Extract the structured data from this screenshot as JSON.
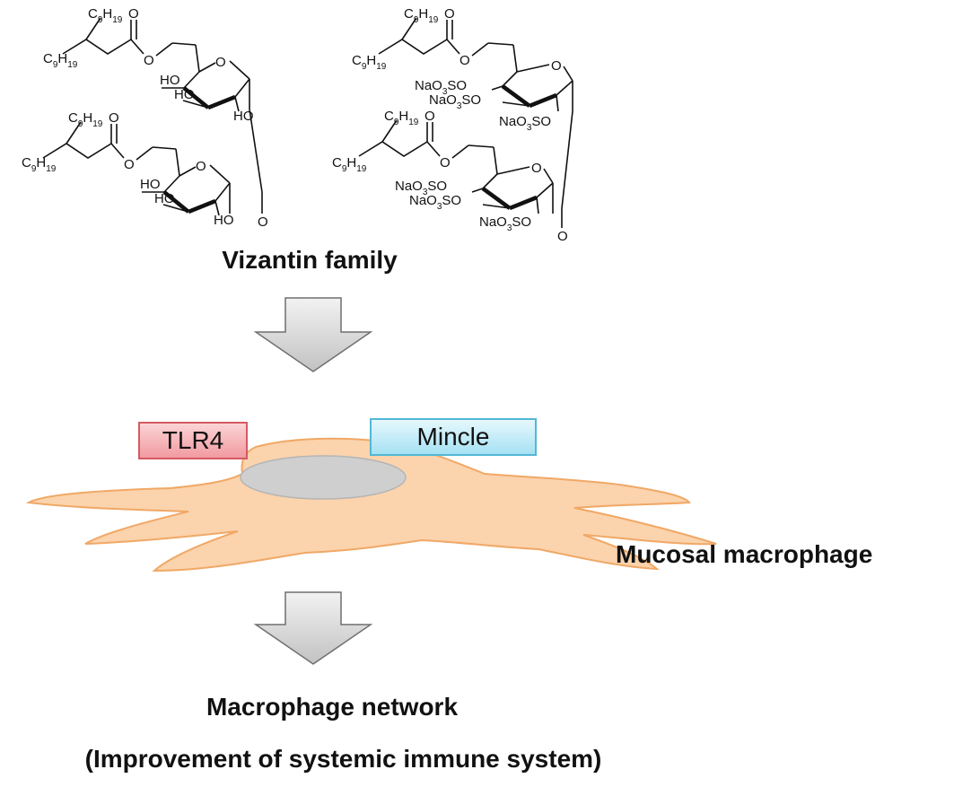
{
  "structures": {
    "left": {
      "top_unit": {
        "branch_upper": {
          "main": "C",
          "sub1": "9",
          "mid": "H",
          "sub2": "19"
        },
        "branch_lower": {
          "main": "C",
          "sub1": "9",
          "mid": "H",
          "sub2": "19"
        },
        "carbonyl_o": "O",
        "ester_o": "O",
        "ring_o": "O",
        "ho_1": "HO",
        "ho_2": "HO",
        "ho_3": "HO"
      },
      "bottom_unit": {
        "branch_upper": {
          "main": "C",
          "sub1": "9",
          "mid": "H",
          "sub2": "19"
        },
        "branch_lower": {
          "main": "C",
          "sub1": "9",
          "mid": "H",
          "sub2": "19"
        },
        "carbonyl_o": "O",
        "ester_o": "O",
        "ring_o": "O",
        "ho_1": "HO",
        "ho_2": "HO",
        "ho_3": "HO"
      },
      "linker_o": "O"
    },
    "right": {
      "top_unit": {
        "branch_upper": {
          "main": "C",
          "sub1": "9",
          "mid": "H",
          "sub2": "19"
        },
        "branch_lower": {
          "main": "C",
          "sub1": "9",
          "mid": "H",
          "sub2": "19"
        },
        "carbonyl_o": "O",
        "ester_o": "O",
        "ring_o": "O",
        "sulfate_1": {
          "a": "NaO",
          "s": "3",
          "b": "SO"
        },
        "sulfate_2": {
          "a": "NaO",
          "s": "3",
          "b": "SO"
        },
        "sulfate_3": {
          "a": "NaO",
          "s": "3",
          "b": "SO"
        }
      },
      "bottom_unit": {
        "branch_upper": {
          "main": "C",
          "sub1": "9",
          "mid": "H",
          "sub2": "19"
        },
        "branch_lower": {
          "main": "C",
          "sub1": "9",
          "mid": "H",
          "sub2": "19"
        },
        "carbonyl_o": "O",
        "ester_o": "O",
        "ring_o": "O",
        "sulfate_1": {
          "a": "NaO",
          "s": "3",
          "b": "SO"
        },
        "sulfate_2": {
          "a": "NaO",
          "s": "3",
          "b": "SO"
        },
        "sulfate_3": {
          "a": "NaO",
          "s": "3",
          "b": "SO"
        }
      },
      "linker_o": "O"
    }
  },
  "labels": {
    "vizantin_family": "Vizantin family",
    "tlr4": "TLR4",
    "mincle": "Mincle",
    "mucosal_macrophage": "Mucosal macrophage",
    "macrophage_network": "Macrophage network",
    "improvement": "(Improvement of systemic immune system)"
  },
  "colors": {
    "arrow_fill": "#d4d4d4",
    "arrow_stroke": "#6f6f6f",
    "cell_fill": "#fbd3ac",
    "cell_stroke": "#f0a866",
    "nucleus": "#cfcfcf",
    "tlr4_fill": "#f4a9ae",
    "mincle_fill": "#bfe9f7"
  }
}
